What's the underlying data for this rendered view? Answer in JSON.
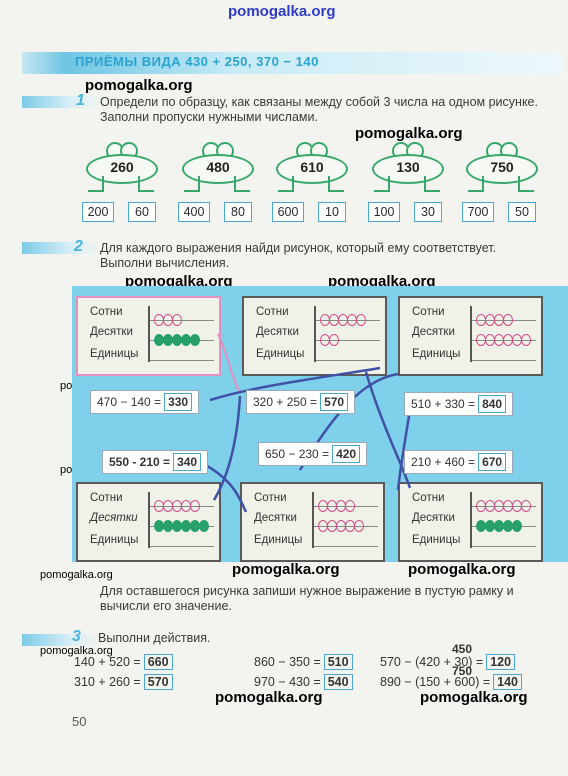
{
  "watermark": "pomogalka.org",
  "header": {
    "title": "ПРИЁМЫ  ВИДА  430 + 250,  370 − 140"
  },
  "task1": {
    "number": "1",
    "text": "Определи по образцу, как связаны между собой 3 числа на одном рисунке. Заполни пропуски нужными числами.",
    "frogs": [
      {
        "value": "260",
        "a": "200",
        "b": "60"
      },
      {
        "value": "480",
        "a": "400",
        "b": "80"
      },
      {
        "value": "610",
        "a": "600",
        "b": "10"
      },
      {
        "value": "130",
        "a": "100",
        "b": "30"
      },
      {
        "value": "750",
        "a": "700",
        "b": "50"
      }
    ]
  },
  "task2": {
    "number": "2",
    "text": "Для каждого выражения найди рисунок, который ему соответствует. Выполни вычисления.",
    "row_labels": {
      "hundreds": "Сотни",
      "tens": "Десятки",
      "units": "Единицы"
    },
    "expressions": [
      {
        "expr": "470 − 140 =",
        "answer": "330"
      },
      {
        "expr": "320 + 250 =",
        "answer": "570"
      },
      {
        "expr": "510 + 330 =",
        "answer": "840"
      },
      {
        "expr": "550 - 210 =",
        "answer": "340"
      },
      {
        "expr": "650 − 230 =",
        "answer": "420"
      },
      {
        "expr": "210 + 460 =",
        "answer": "670"
      }
    ],
    "footer": "Для оставшегося рисунка запиши нужное выражение в пустую рамку и вычисли его значение."
  },
  "task3": {
    "number": "3",
    "text": "Выполни действия.",
    "items": [
      {
        "expr": "140 + 520 =",
        "answer": "660"
      },
      {
        "expr": "310 + 260 =",
        "answer": "570"
      },
      {
        "expr": "860 − 350 =",
        "answer": "510"
      },
      {
        "expr": "970 − 430 =",
        "answer": "540"
      },
      {
        "expr": "570 − (420 + 30) =",
        "answer": "120"
      },
      {
        "expr": "890 − (150 + 600) =",
        "answer": "140"
      }
    ],
    "hand_notes": [
      "450",
      "750"
    ]
  },
  "page_number": "50"
}
